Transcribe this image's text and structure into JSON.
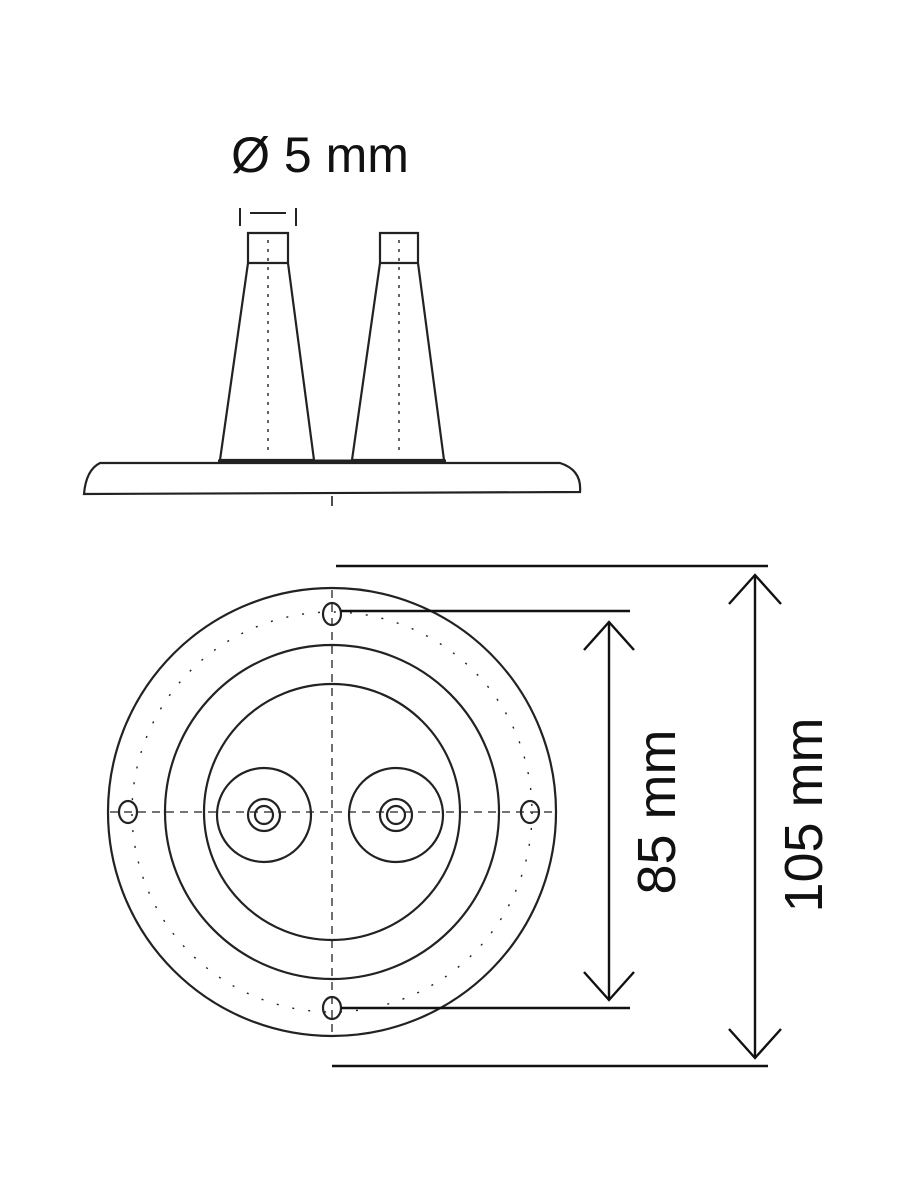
{
  "dimensions": {
    "nozzle_diameter": "Ø 5 mm",
    "hole_spacing": "85 mm",
    "outer_diameter": "105 mm"
  },
  "colors": {
    "line": "#222222",
    "background": "#ffffff"
  }
}
